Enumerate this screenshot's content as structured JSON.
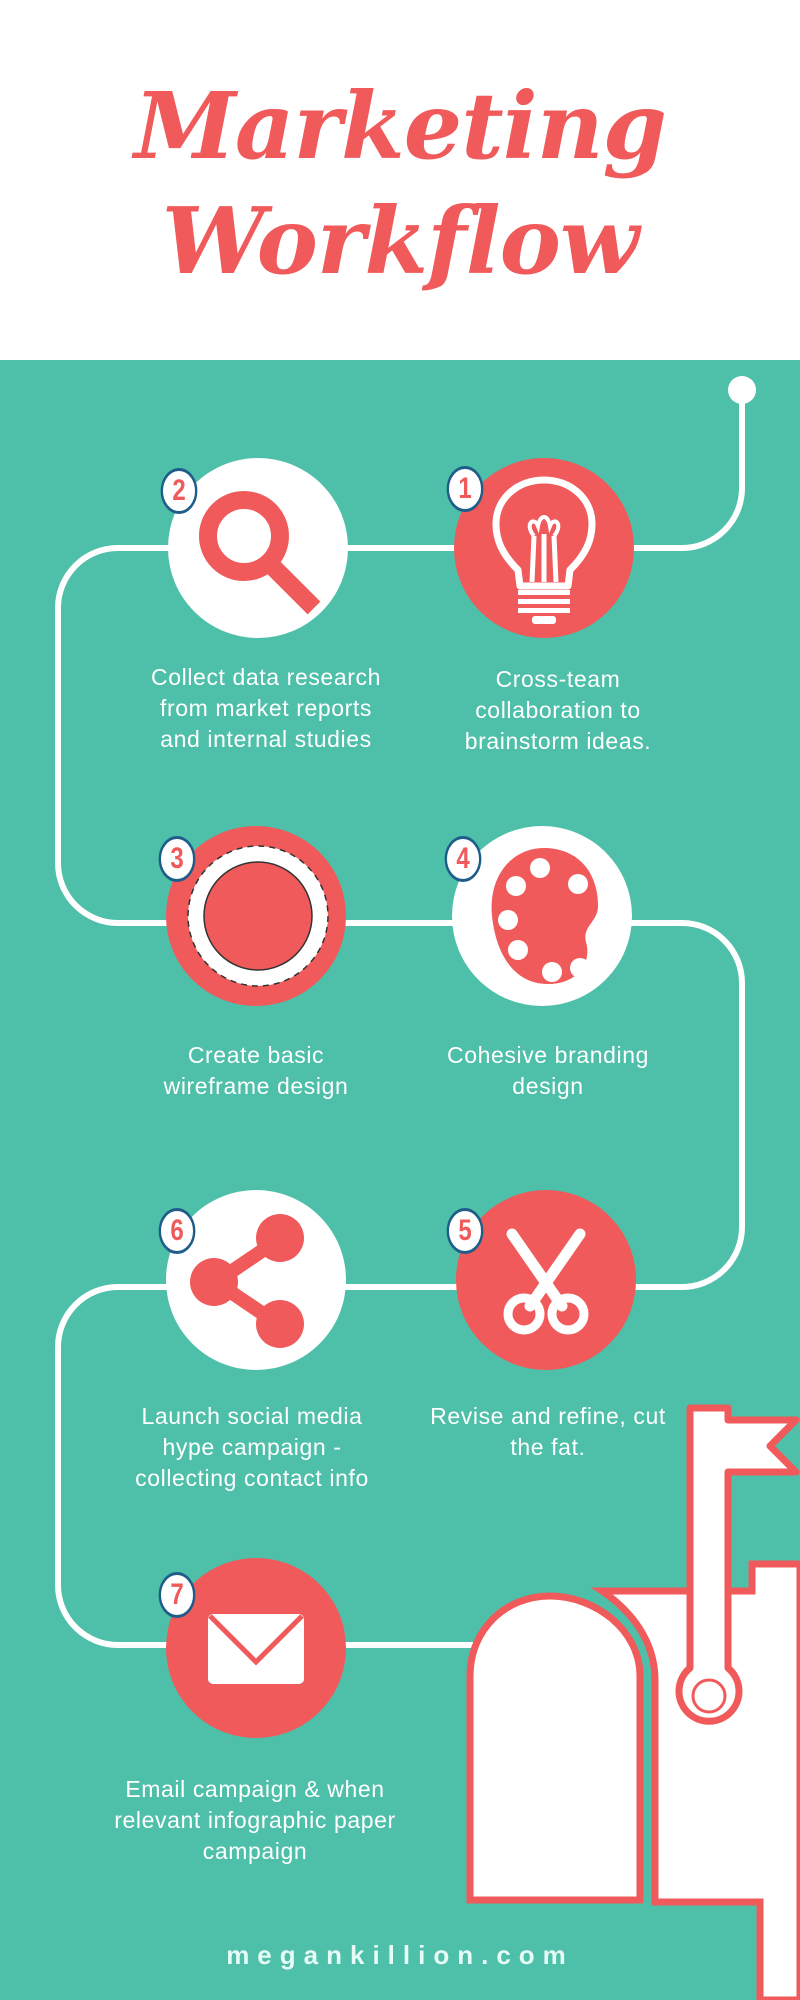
{
  "header": {
    "title_line1": "Marketing",
    "title_line2": "Workflow"
  },
  "colors": {
    "accent": "#f05a5b",
    "background_band": "#4ebfa8",
    "badge_border": "#1e5c8a",
    "white": "#ffffff"
  },
  "steps": [
    {
      "number": "1",
      "icon": "lightbulb-icon",
      "circle": "red",
      "text_lines": [
        "Cross-team",
        "collaboration to",
        "brainstorm ideas."
      ]
    },
    {
      "number": "2",
      "icon": "magnifier-icon",
      "circle": "white",
      "text_lines": [
        "Collect data research",
        "from market reports",
        "and internal studies"
      ]
    },
    {
      "number": "3",
      "icon": "gear-icon",
      "circle": "red",
      "text_lines": [
        "Create basic",
        "wireframe design"
      ]
    },
    {
      "number": "4",
      "icon": "palette-icon",
      "circle": "white",
      "text_lines": [
        "Cohesive branding",
        "design"
      ]
    },
    {
      "number": "5",
      "icon": "scissors-icon",
      "circle": "red",
      "text_lines": [
        "Revise and refine, cut",
        "the fat."
      ]
    },
    {
      "number": "6",
      "icon": "share-icon",
      "circle": "white",
      "text_lines": [
        "Launch social media",
        "hype campaign -",
        "collecting contact info"
      ]
    },
    {
      "number": "7",
      "icon": "envelope-icon",
      "circle": "red",
      "text_lines": [
        "Email campaign & when",
        "relevant infographic paper",
        "campaign"
      ]
    }
  ],
  "footer": {
    "site": "megankillion.com"
  }
}
